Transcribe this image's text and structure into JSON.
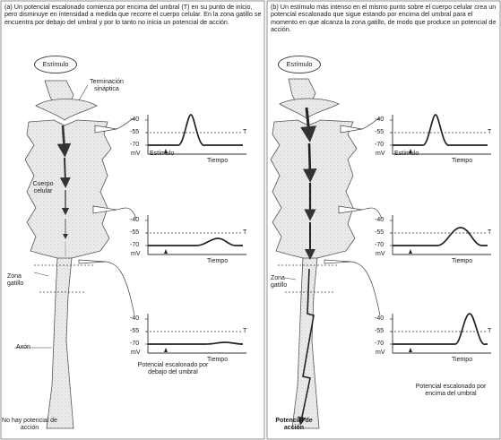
{
  "panel_a": {
    "caption": "(a) Un potencial escalonado comienza por encima del umbral (T) en su punto de inicio, pero disminuye en intensidad a medida que recorre el cuerpo celular. En la zona gatillo se encuentra por debajo del umbral y por lo tanto no inicia un potencial de acción.",
    "stimulus": "Estímulo",
    "synaptic_terminal": "Terminación sináptica",
    "cell_body": "Cuerpo celular",
    "trigger_zone": "Zona gatillo",
    "axon": "Axón",
    "no_ap": "No hay potencial de acción",
    "graph_stimulus": "Estímulo",
    "footer": "Potencial escalonado por debajo del umbral"
  },
  "panel_b": {
    "caption": "(b) Un estímulo más intenso en el mismo punto sobre el cuerpo celular crea un potencial escalonado que sigue estando por encima del umbral para el momento en que alcanza la zona gatillo, de modo que produce un potencial de acción.",
    "stimulus": "Estímulo",
    "trigger_zone": "Zona gatillo",
    "ap": "Potencial de acción",
    "graph_stimulus": "Estímulo",
    "footer": "Potencial escalonado por encima del umbral"
  },
  "graph": {
    "ticks": [
      "-40",
      "-55",
      "-70"
    ],
    "unit": "mV",
    "threshold": "T",
    "time": "Tiempo"
  }
}
